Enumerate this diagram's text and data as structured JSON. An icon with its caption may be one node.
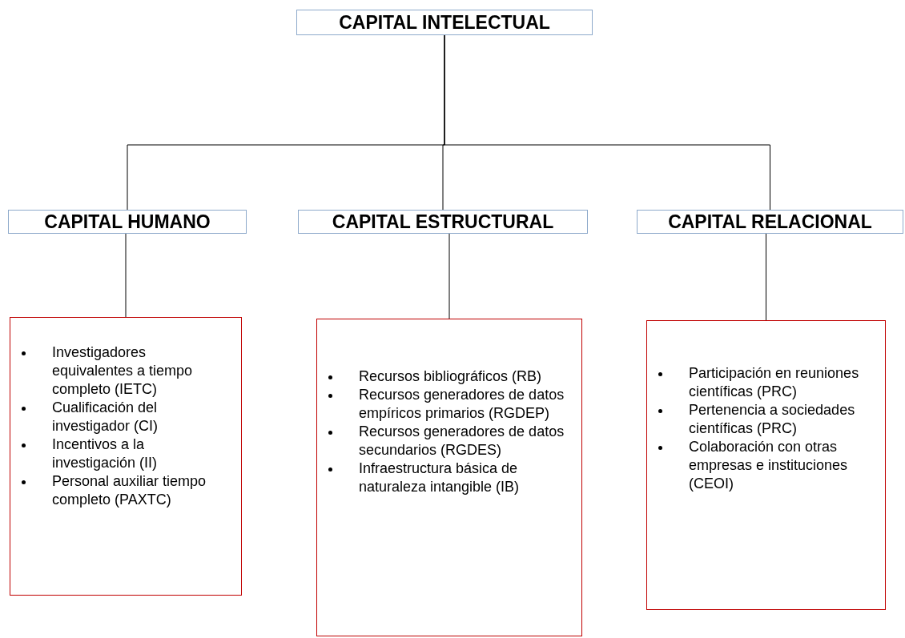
{
  "diagram": {
    "nodes": [
      {
        "text": [
          "CAPITAL INTELECTUAL"
        ]
      },
      {
        "text": [
          "CAPITAL HUMANO"
        ]
      },
      {
        "text": [
          "CAPITAL ESTRUCTURAL"
        ]
      },
      {
        "text": [
          "CAPITAL RELACIONAL"
        ]
      },
      {
        "text": [
          "Investigadores equivalentes a tiempo completo (IETC)",
          "Cualificación del investigador (CI)",
          "Incentivos a la investigación (II)",
          "Personal auxiliar tiempo completo (PAXTC)"
        ]
      },
      {
        "text": [
          "Recursos bibliográficos (RB)",
          "Recursos generadores de datos empíricos primarios (RGDEP)",
          "Recursos generadores de datos secundarios (RGDES)",
          "Infraestructura básica de naturaleza intangible  (IB)"
        ]
      },
      {
        "text": [
          "Participación en reuniones científicas (PRC)",
          "Pertenencia a sociedades científicas (PRC)",
          "Colaboración con otras empresas e instituciones (CEOI)"
        ]
      }
    ],
    "edges": [
      {
        "from": 0,
        "to": 1,
        "arrow": "none"
      },
      {
        "from": 0,
        "to": 2,
        "arrow": "none"
      },
      {
        "from": 0,
        "to": 3,
        "arrow": "none"
      },
      {
        "from": 1,
        "to": 4,
        "arrow": "none"
      },
      {
        "from": 2,
        "to": 5,
        "arrow": "none"
      },
      {
        "from": 3,
        "to": 6,
        "arrow": "none"
      }
    ]
  }
}
